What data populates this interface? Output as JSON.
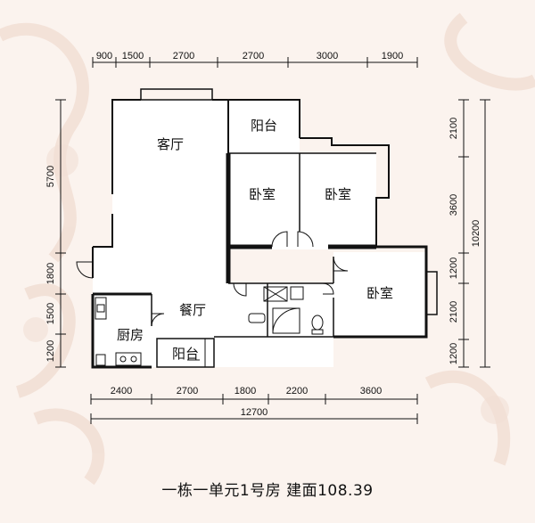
{
  "rooms": {
    "living": "客厅",
    "balcony_top": "阳台",
    "bedroom_1": "卧室",
    "bedroom_2": "卧室",
    "bedroom_3": "卧室",
    "dining": "餐厅",
    "kitchen": "厨房",
    "balcony_bottom": "阳台"
  },
  "dimensions": {
    "top": [
      "900",
      "1500",
      "2700",
      "2700",
      "3000",
      "1900"
    ],
    "bottom": [
      "2400",
      "2700",
      "1800",
      "2200",
      "3600"
    ],
    "bottom_total": "12700",
    "left": [
      "5700",
      "1800",
      "1500",
      "1200"
    ],
    "right": [
      "2100",
      "3600",
      "1200",
      "2100",
      "1200"
    ],
    "right_total": "10200"
  },
  "caption": "一栋一单元1号房  建面108.39",
  "colors": {
    "background": "#fbf3ee",
    "wall": "#111111",
    "swirl": "#ecd3c6"
  }
}
